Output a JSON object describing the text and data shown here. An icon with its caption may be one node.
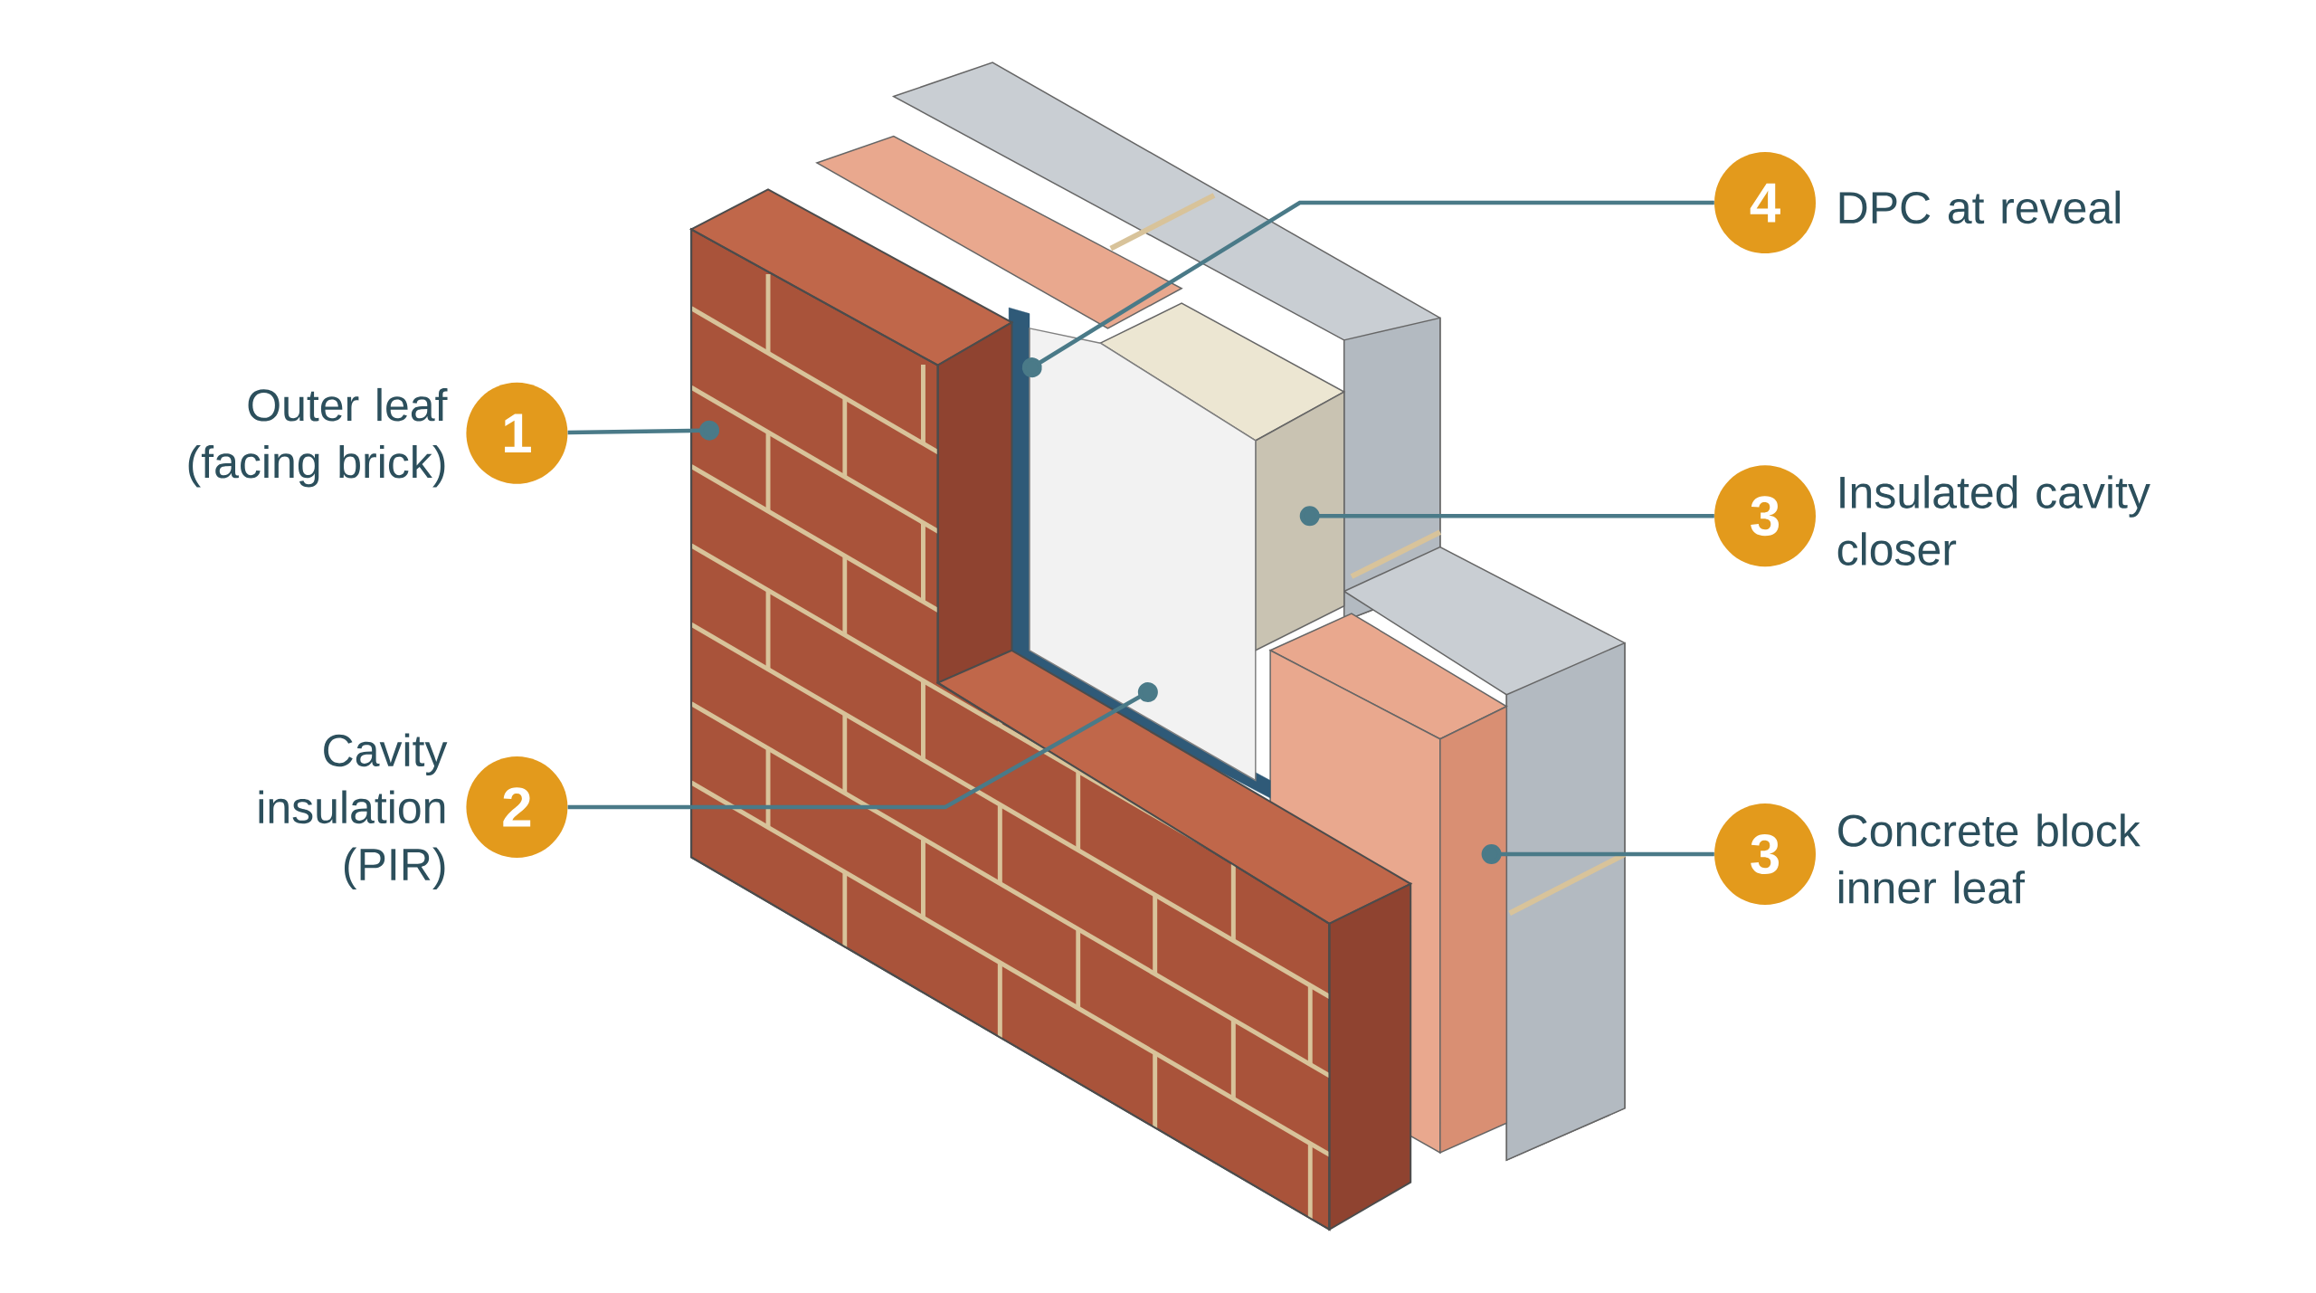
{
  "diagram": {
    "nodes": [
      {
        "text": [
          "1"
        ],
        "beside": [
          "Outer leaf (facing brick)"
        ]
      },
      {
        "text": [
          "2"
        ],
        "beside": [
          "Cavity insulation (PIR)"
        ]
      },
      {
        "text": [
          "4"
        ],
        "beside": [
          "DPC at reveal"
        ]
      },
      {
        "text": [
          "3"
        ],
        "beside": [
          "Insulated cavity closer"
        ]
      },
      {
        "text": [
          "3"
        ],
        "beside": [
          "Concrete block inner leaf"
        ]
      }
    ],
    "edges": [
      {
        "from": 0,
        "to": null,
        "arrow": "other"
      },
      {
        "from": 1,
        "to": null,
        "arrow": "other"
      },
      {
        "from": 2,
        "to": null,
        "arrow": "other"
      },
      {
        "from": 3,
        "to": null,
        "arrow": "other"
      },
      {
        "from": 4,
        "to": null,
        "arrow": "other"
      }
    ]
  }
}
